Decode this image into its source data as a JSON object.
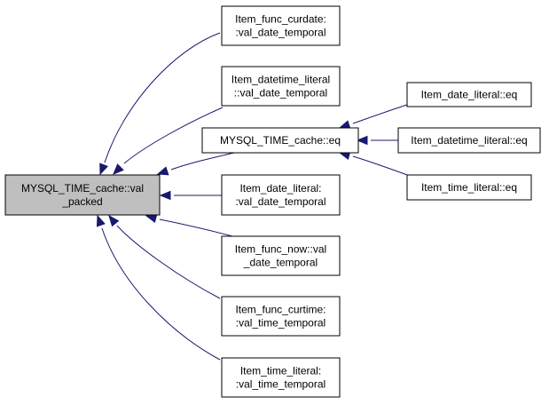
{
  "colors": {
    "edge": "#191970",
    "root_fill": "#bfbfbf",
    "node_fill": "#ffffff",
    "node_stroke": "#000000"
  },
  "nodes": [
    {
      "id": "root",
      "lines": [
        "MYSQL_TIME_cache::val",
        "_packed"
      ]
    },
    {
      "id": "curdate",
      "lines": [
        "Item_func_curdate:",
        ":val_date_temporal"
      ]
    },
    {
      "id": "datetime_lit",
      "lines": [
        "Item_datetime_literal",
        "::val_date_temporal"
      ]
    },
    {
      "id": "cache_eq",
      "lines": [
        "MYSQL_TIME_cache::eq"
      ]
    },
    {
      "id": "date_lit",
      "lines": [
        "Item_date_literal:",
        ":val_date_temporal"
      ]
    },
    {
      "id": "func_now",
      "lines": [
        "Item_func_now::val",
        "_date_temporal"
      ]
    },
    {
      "id": "curtime",
      "lines": [
        "Item_func_curtime:",
        ":val_time_temporal"
      ]
    },
    {
      "id": "time_lit",
      "lines": [
        "Item_time_literal:",
        ":val_time_temporal"
      ]
    },
    {
      "id": "date_lit_eq",
      "lines": [
        "Item_date_literal::eq"
      ]
    },
    {
      "id": "datetime_lit_eq",
      "lines": [
        "Item_datetime_literal::eq"
      ]
    },
    {
      "id": "time_lit_eq",
      "lines": [
        "Item_time_literal::eq"
      ]
    }
  ],
  "edges": [
    {
      "from": "curdate",
      "to": "root"
    },
    {
      "from": "datetime_lit",
      "to": "root"
    },
    {
      "from": "cache_eq",
      "to": "root"
    },
    {
      "from": "date_lit",
      "to": "root"
    },
    {
      "from": "func_now",
      "to": "root"
    },
    {
      "from": "curtime",
      "to": "root"
    },
    {
      "from": "time_lit",
      "to": "root"
    },
    {
      "from": "date_lit_eq",
      "to": "cache_eq"
    },
    {
      "from": "datetime_lit_eq",
      "to": "cache_eq"
    },
    {
      "from": "time_lit_eq",
      "to": "cache_eq"
    }
  ]
}
